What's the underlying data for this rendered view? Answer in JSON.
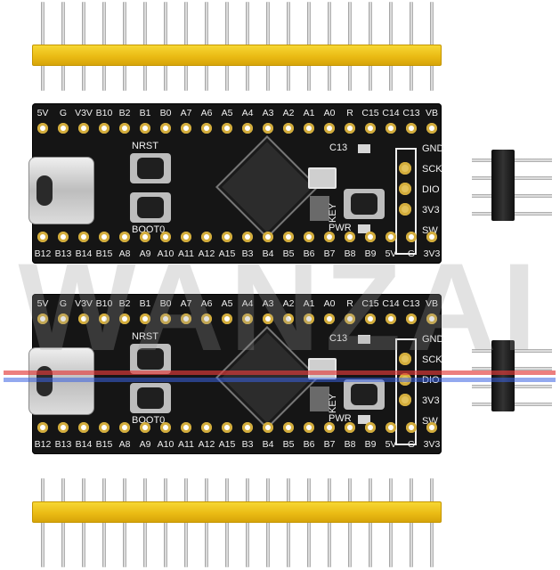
{
  "board": {
    "top_labels": [
      "5V",
      "G",
      "V3V",
      "B10",
      "B2",
      "B1",
      "B0",
      "A7",
      "A6",
      "A5",
      "A4",
      "A3",
      "A2",
      "A1",
      "A0",
      "R",
      "C15",
      "C14",
      "C13",
      "VB"
    ],
    "bottom_labels": [
      "B12",
      "B13",
      "B14",
      "B15",
      "A8",
      "A9",
      "A10",
      "A11",
      "A12",
      "A15",
      "B3",
      "B4",
      "B5",
      "B6",
      "B7",
      "B8",
      "B9",
      "5V",
      "G",
      "3V3"
    ],
    "nrst_label": "NRST",
    "boot_label": "BOOT0",
    "c13_label": "C13",
    "key_label": "KEY",
    "pwr_label": "PWR",
    "swd_labels": [
      "GND",
      "SCK",
      "DIO",
      "3V3",
      "SW"
    ]
  },
  "watermark": "WANZAI",
  "colors": {
    "pcb": "#151515",
    "header_plastic": "#e9b912",
    "gold_pad": "#e2c25c",
    "stripe_red": "#e23a3a",
    "stripe_blue": "#3a62e2"
  }
}
